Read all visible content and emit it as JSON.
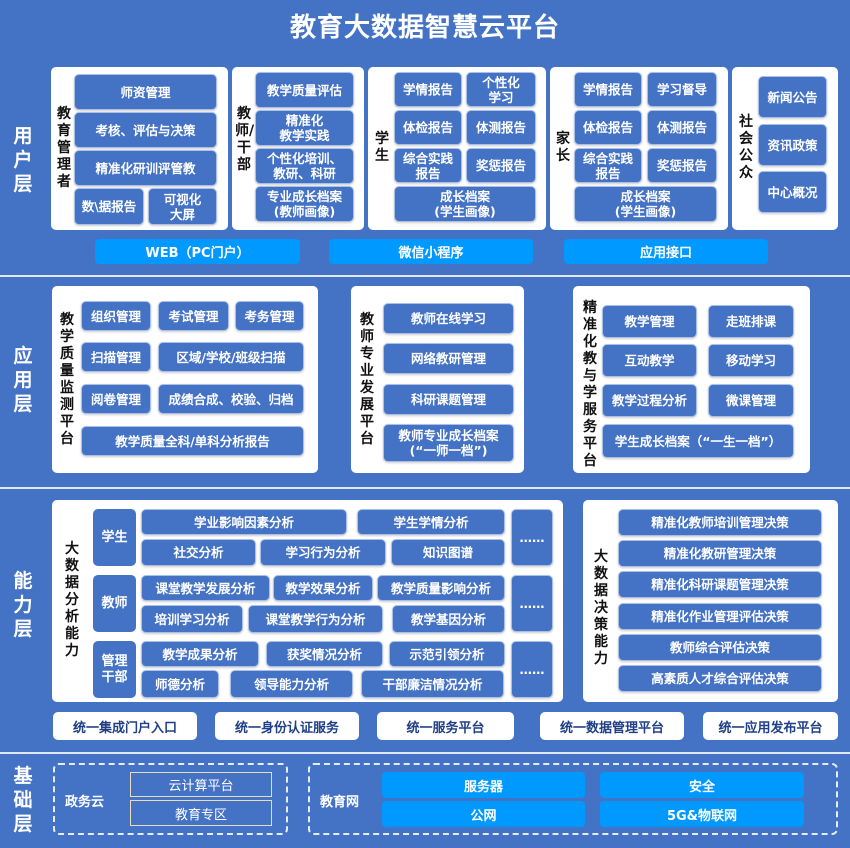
{
  "title": "教育大数据智慧云平台",
  "layers": {
    "user": "用户层",
    "app": "应用层",
    "ability": "能力层",
    "base": "基础层"
  },
  "user_layer": {
    "admin": {
      "label": "教育管理者",
      "items": [
        "师资管理",
        "考核、评估与决策",
        "精准化研训评管教",
        "数\\据报告",
        "可视化\n大屏"
      ]
    },
    "teacher": {
      "label": "教师/干部",
      "items": [
        "教学质量评估",
        "精准化\n教学实践",
        "个性化培训、\n教研、科研",
        "专业成长档案\n(教师画像)"
      ]
    },
    "student": {
      "label": "学生",
      "items": [
        "学情报告",
        "个性化\n学习",
        "体检报告",
        "体测报告",
        "综合实践\n报告",
        "奖惩报告",
        "成长档案\n(学生画像)"
      ]
    },
    "parent": {
      "label": "家长",
      "items": [
        "学情报告",
        "学习督导",
        "体检报告",
        "体测报告",
        "综合实践\n报告",
        "奖惩报告",
        "成长档案\n(学生画像)"
      ]
    },
    "public": {
      "label": "社会公众",
      "items": [
        "新闻公告",
        "资讯政策",
        "中心概况"
      ]
    },
    "channels": [
      "WEB（PC门户）",
      "微信小程序",
      "应用接口"
    ]
  },
  "app_layer": {
    "quality": {
      "label": "教学质量监测平台",
      "items": [
        "组织管理",
        "考试管理",
        "考务管理",
        "扫描管理",
        "区域/学校/班级扫描",
        "阅卷管理",
        "成绩合成、校验、归档",
        "教学质量全科/单科分析报告"
      ]
    },
    "teacher_dev": {
      "label": "教师专业发展平台",
      "items": [
        "教师在线学习",
        "网络教研管理",
        "科研课题管理",
        "教师专业成长档案\n(“一师一档”)"
      ]
    },
    "precise": {
      "label": "精准化教与学服务平台",
      "items": [
        "教学管理",
        "走班排课",
        "互动教学",
        "移动学习",
        "教学过程分析",
        "微课管理",
        "学生成长档案（“一生一档”）"
      ]
    }
  },
  "ability_layer": {
    "analysis": {
      "label": "大数据分析能力",
      "groups": [
        {
          "label": "学生",
          "items": [
            "学业影响因素分析",
            "学生学情分析",
            "社交分析",
            "学习行为分析",
            "知识图谱"
          ],
          "more": "……"
        },
        {
          "label": "教师",
          "items": [
            "课堂教学发展分析",
            "教学效果分析",
            "教学质量影响分析",
            "培训学习分析",
            "课堂教学行为分析",
            "教学基因分析"
          ],
          "more": "……"
        },
        {
          "label": "管理\n干部",
          "items": [
            "教学成果分析",
            "获奖情况分析",
            "示范引领分析",
            "师德分析",
            "领导能力分析",
            "干部廉洁情况分析"
          ],
          "more": "……"
        }
      ]
    },
    "decision": {
      "label": "大数据决策能力",
      "items": [
        "精准化教师培训管理决策",
        "精准化教研管理决策",
        "精准化科研课题管理决策",
        "精准化作业管理评估决策",
        "教师综合评估决策",
        "高素质人才综合评估决策"
      ]
    },
    "unified": [
      "统一集成门户入口",
      "统一身份认证服务",
      "统一服务平台",
      "统一数据管理平台",
      "统一应用发布平台"
    ]
  },
  "base_layer": {
    "gov_cloud": {
      "label": "政务云",
      "items": [
        "云计算平台",
        "教育专区"
      ]
    },
    "edu_net": {
      "label": "教育网",
      "items": [
        "服务器",
        "安全",
        "公网",
        "5G&物联网"
      ]
    }
  }
}
